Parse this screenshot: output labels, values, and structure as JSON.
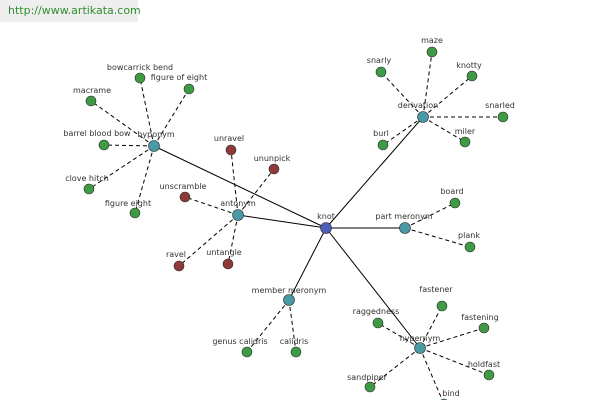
{
  "header": {
    "url": "http://www.artikata.com"
  },
  "colors": {
    "center": "#4d5fb8",
    "relation": "#4a9aa6",
    "leaf": "#3f9a45",
    "antonym_leaf": "#8e3a3a"
  },
  "graph": {
    "center": {
      "id": "knot",
      "label": "knot"
    },
    "relations": [
      {
        "id": "hyponym",
        "label": "hyponym",
        "leaves": [
          {
            "label": "bowcarrick bend"
          },
          {
            "label": "figure of eight"
          },
          {
            "label": "macrame"
          },
          {
            "label": "barrel blood bow"
          },
          {
            "label": "clove hitch"
          },
          {
            "label": "figure eight"
          }
        ]
      },
      {
        "id": "antonym",
        "label": "antonym",
        "leaves": [
          {
            "label": "unravel"
          },
          {
            "label": "ununpick"
          },
          {
            "label": "unscramble"
          },
          {
            "label": "ravel"
          },
          {
            "label": "untangle"
          }
        ]
      },
      {
        "id": "derivation",
        "label": "derivation",
        "leaves": [
          {
            "label": "maze"
          },
          {
            "label": "snarly"
          },
          {
            "label": "knotty"
          },
          {
            "label": "snarled"
          },
          {
            "label": "burl"
          },
          {
            "label": "miler"
          }
        ]
      },
      {
        "id": "part-meronym",
        "label": "part meronym",
        "leaves": [
          {
            "label": "board"
          },
          {
            "label": "plank"
          }
        ]
      },
      {
        "id": "member-meronym",
        "label": "member meronym",
        "leaves": [
          {
            "label": "genus calidris"
          },
          {
            "label": "calidris"
          }
        ]
      },
      {
        "id": "hypernym",
        "label": "hypernym",
        "leaves": [
          {
            "label": "fastener"
          },
          {
            "label": "raggedness"
          },
          {
            "label": "fastening"
          },
          {
            "label": "holdfast"
          },
          {
            "label": "sandpiper"
          },
          {
            "label": "bind"
          }
        ]
      }
    ]
  }
}
